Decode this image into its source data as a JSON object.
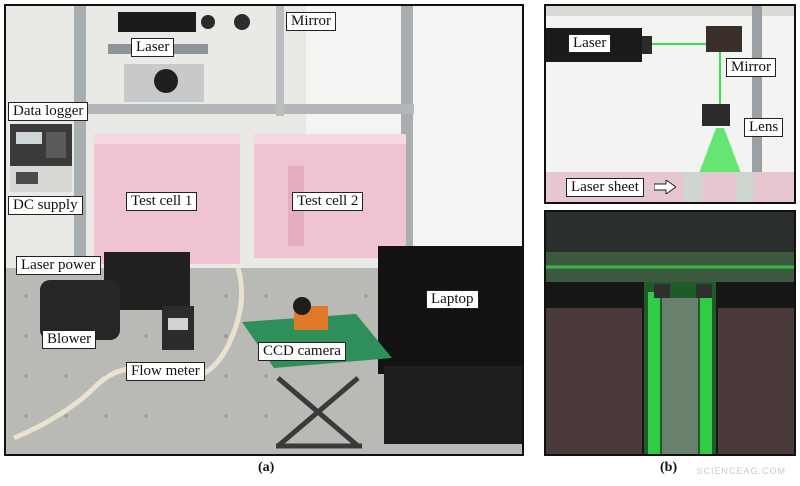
{
  "panel_a": {
    "caption": "(a)",
    "labels": {
      "laser": "Laser",
      "mirror": "Mirror",
      "data_logger": "Data logger",
      "dc_supply": "DC supply",
      "test_cell_1": "Test cell 1",
      "test_cell_2": "Test cell 2",
      "laser_power": "Laser power",
      "laptop": "Laptop",
      "blower": "Blower",
      "ccd_camera": "CCD camera",
      "flow_meter": "Flow meter"
    }
  },
  "panel_b": {
    "caption": "(b)",
    "labels": {
      "laser": "Laser",
      "mirror": "Mirror",
      "lens": "Lens",
      "laser_sheet": "Laser sheet"
    }
  },
  "watermark": "SCIENCEAG.COM",
  "colors": {
    "laser_green": "#35e04a",
    "foam_pink": "#efc3d2",
    "frame_gray": "#9aa0a4"
  }
}
